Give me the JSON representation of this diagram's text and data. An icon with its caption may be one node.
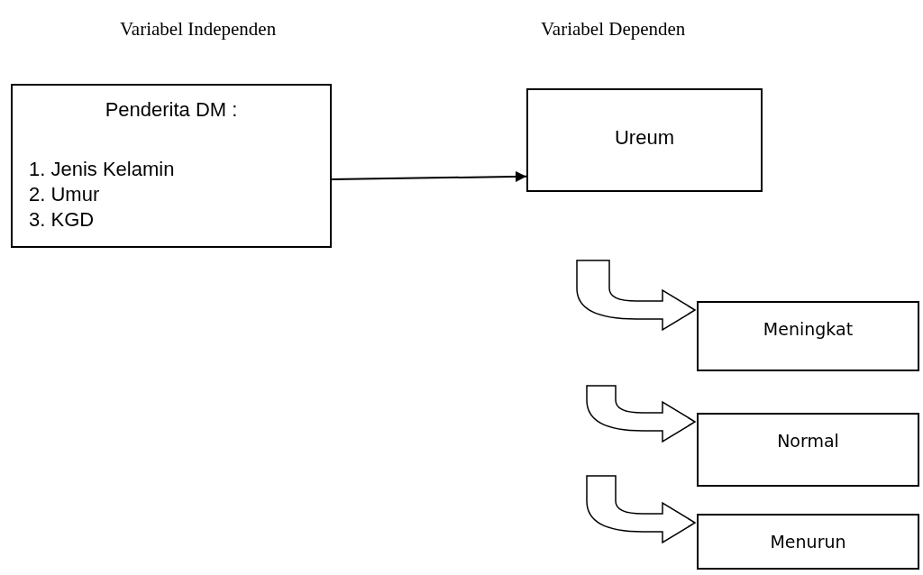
{
  "diagram": {
    "nodes": [
      {
        "text": [
          "Penderita DM :",
          "1. Jenis Kelamin",
          "2. Umur",
          "3. KGD"
        ]
      },
      {
        "text": [
          "Ureum"
        ]
      },
      {
        "text": [
          "Meningkat"
        ]
      },
      {
        "text": [
          "Normal"
        ]
      },
      {
        "text": [
          "Menurun"
        ]
      }
    ],
    "edges": [
      {
        "from": 0,
        "to": 1,
        "arrow": "to"
      },
      {
        "from": null,
        "to": 2,
        "arrow": "to"
      },
      {
        "from": null,
        "to": 3,
        "arrow": "to"
      },
      {
        "from": null,
        "to": 4,
        "arrow": "to"
      }
    ],
    "labels": [
      "Variabel Independen",
      "Variabel Dependen"
    ]
  }
}
